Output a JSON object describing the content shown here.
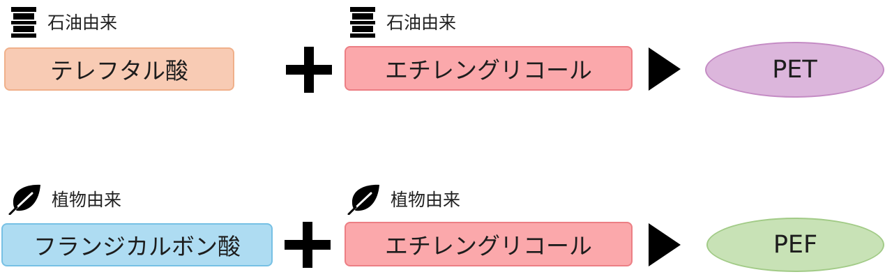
{
  "rows": [
    {
      "left_origin": {
        "label": "石油由来",
        "icon": "oil-barrel-icon"
      },
      "left_box": {
        "label": "テレフタル酸",
        "fill": "#f8cbb4",
        "border": "#f0b08a"
      },
      "right_origin": {
        "label": "石油由来",
        "icon": "oil-barrel-icon"
      },
      "right_box": {
        "label": "エチレングリコール",
        "fill": "#fba8ab",
        "border": "#ec7e84"
      },
      "product": {
        "label": "PET",
        "fill": "#dcb6dc",
        "border": "#c48bc4"
      }
    },
    {
      "left_origin": {
        "label": "植物由来",
        "icon": "leaf-icon"
      },
      "left_box": {
        "label": "フランジカルボン酸",
        "fill": "#aedcf2",
        "border": "#76c0e4"
      },
      "right_origin": {
        "label": "植物由来",
        "icon": "leaf-icon"
      },
      "right_box": {
        "label": "エチレングリコール",
        "fill": "#fba8ab",
        "border": "#ec7e84"
      },
      "product": {
        "label": "PEF",
        "fill": "#c8e2b6",
        "border": "#a2cb87"
      }
    }
  ],
  "colors": {
    "plus": "#000000",
    "arrow": "#000000",
    "icon": "#000000"
  }
}
